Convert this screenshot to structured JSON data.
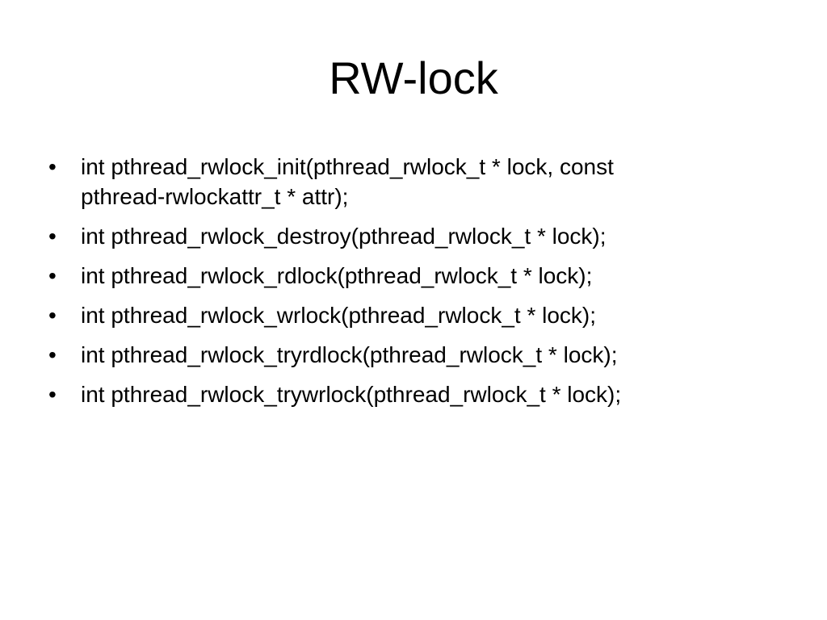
{
  "slide": {
    "title": "RW-lock",
    "bullet_marker": "•",
    "bullets": [
      {
        "text": "int pthread_rwlock_init(pthread_rwlock_t * lock, const\npthread-rwlockattr_t * attr);"
      },
      {
        "text": "int pthread_rwlock_destroy(pthread_rwlock_t * lock);"
      },
      {
        "text": "int pthread_rwlock_rdlock(pthread_rwlock_t * lock);"
      },
      {
        "text": "int pthread_rwlock_wrlock(pthread_rwlock_t * lock);"
      },
      {
        "text": "int pthread_rwlock_tryrdlock(pthread_rwlock_t * lock);"
      },
      {
        "text": "int pthread_rwlock_trywrlock(pthread_rwlock_t * lock);"
      }
    ]
  }
}
